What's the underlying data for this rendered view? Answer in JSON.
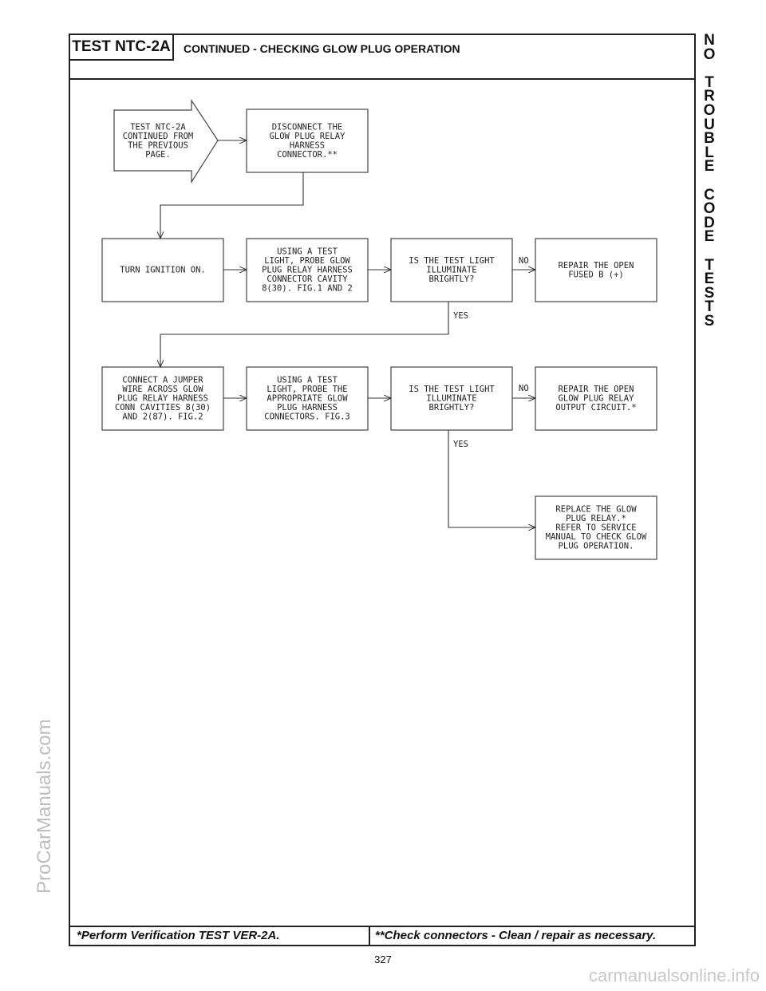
{
  "header": {
    "test_label": "TEST NTC-2A",
    "subtitle": "CONTINUED - CHECKING GLOW PLUG OPERATION"
  },
  "side_tab": {
    "letters": [
      "N",
      "O",
      "",
      "T",
      "R",
      "O",
      "U",
      "B",
      "L",
      "E",
      "",
      "C",
      "O",
      "D",
      "E",
      "",
      "T",
      "E",
      "S",
      "T",
      "S"
    ]
  },
  "flowchart": {
    "start": [
      "TEST NTC-2A",
      "CONTINUED FROM",
      "THE PREVIOUS",
      "PAGE."
    ],
    "disconnect": [
      "DISCONNECT THE",
      "GLOW PLUG RELAY",
      "HARNESS",
      "CONNECTOR.**"
    ],
    "ignition": [
      "TURN IGNITION ON."
    ],
    "probe_cavity": [
      "USING A TEST",
      "LIGHT, PROBE GLOW",
      "PLUG RELAY HARNESS",
      "CONNECTOR CAVITY",
      "8(30). FIG.1 AND 2"
    ],
    "question1": [
      "IS THE TEST LIGHT",
      "ILLUMINATE",
      "BRIGHTLY?"
    ],
    "repair_fused": [
      "REPAIR THE OPEN",
      "FUSED B (+)"
    ],
    "jumper": [
      "CONNECT A JUMPER",
      "WIRE ACROSS GLOW",
      "PLUG RELAY HARNESS",
      "CONN CAVITIES 8(30)",
      "AND 2(87). FIG.2"
    ],
    "probe_connectors": [
      "USING A TEST",
      "LIGHT, PROBE THE",
      "APPROPRIATE GLOW",
      "PLUG HARNESS",
      "CONNECTORS. FIG.3"
    ],
    "question2": [
      "IS THE TEST LIGHT",
      "ILLUMINATE",
      "BRIGHTLY?"
    ],
    "repair_output": [
      "REPAIR THE OPEN",
      "GLOW PLUG RELAY",
      "OUTPUT CIRCUIT.*"
    ],
    "replace_relay": [
      "REPLACE THE GLOW",
      "PLUG RELAY.*",
      "REFER TO SERVICE",
      "MANUAL TO CHECK GLOW",
      "PLUG OPERATION."
    ],
    "labels": {
      "no": "NO",
      "yes": "YES"
    }
  },
  "footer": {
    "left": "*Perform Verification TEST VER-2A.",
    "right": "**Check connectors - Clean / repair as necessary."
  },
  "page_number": "327",
  "watermarks": {
    "left": "ProCarManuals.com",
    "bottom": "carmanualsonline.info"
  }
}
